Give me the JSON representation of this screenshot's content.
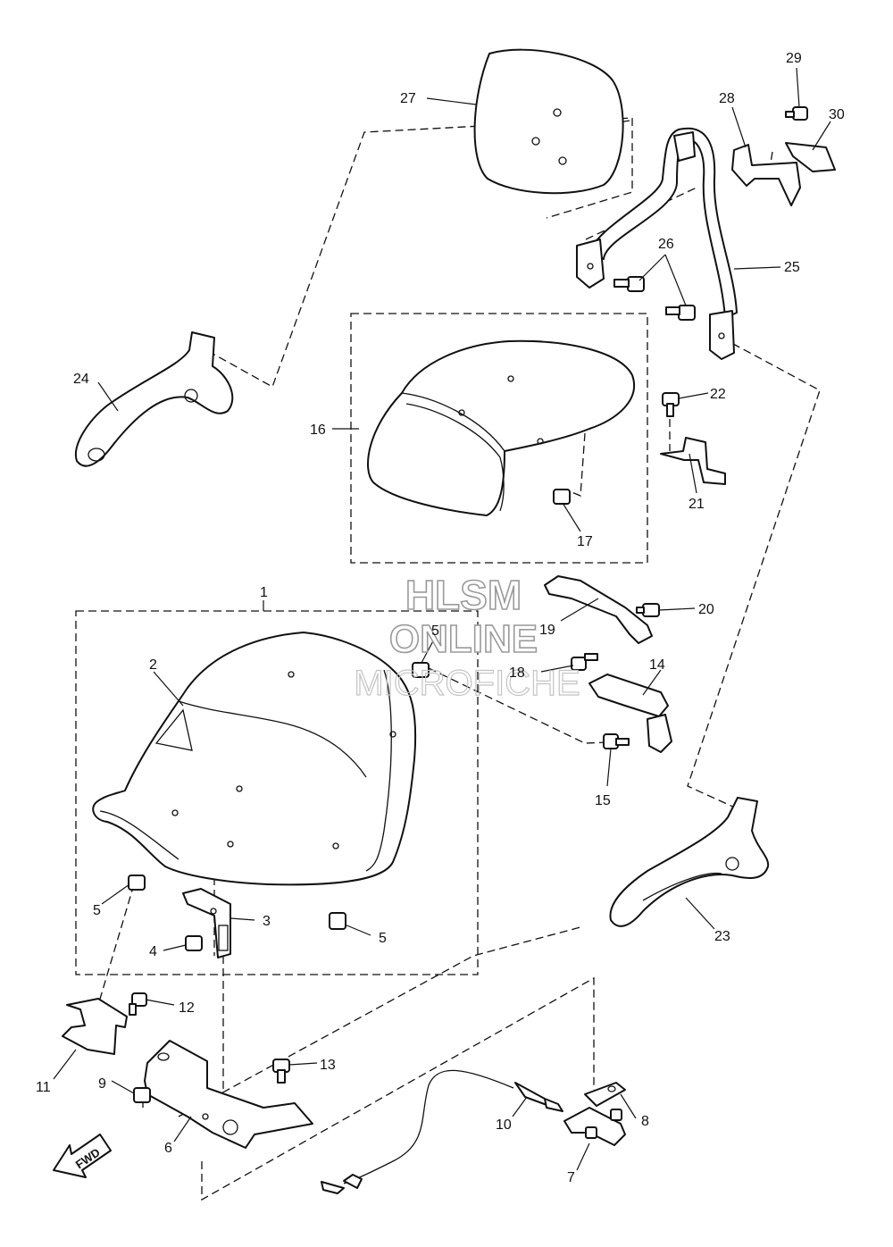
{
  "watermark": {
    "line1": "HLSM",
    "line2": "ONLINE",
    "line3": "MICROFICHE"
  },
  "fwd_label": "FWD",
  "callouts": [
    "1",
    "2",
    "3",
    "4",
    "5",
    "5",
    "5",
    "6",
    "7",
    "8",
    "9",
    "10",
    "11",
    "12",
    "13",
    "14",
    "15",
    "16",
    "17",
    "18",
    "19",
    "20",
    "21",
    "22",
    "23",
    "24",
    "25",
    "26",
    "27",
    "28",
    "29",
    "30"
  ]
}
